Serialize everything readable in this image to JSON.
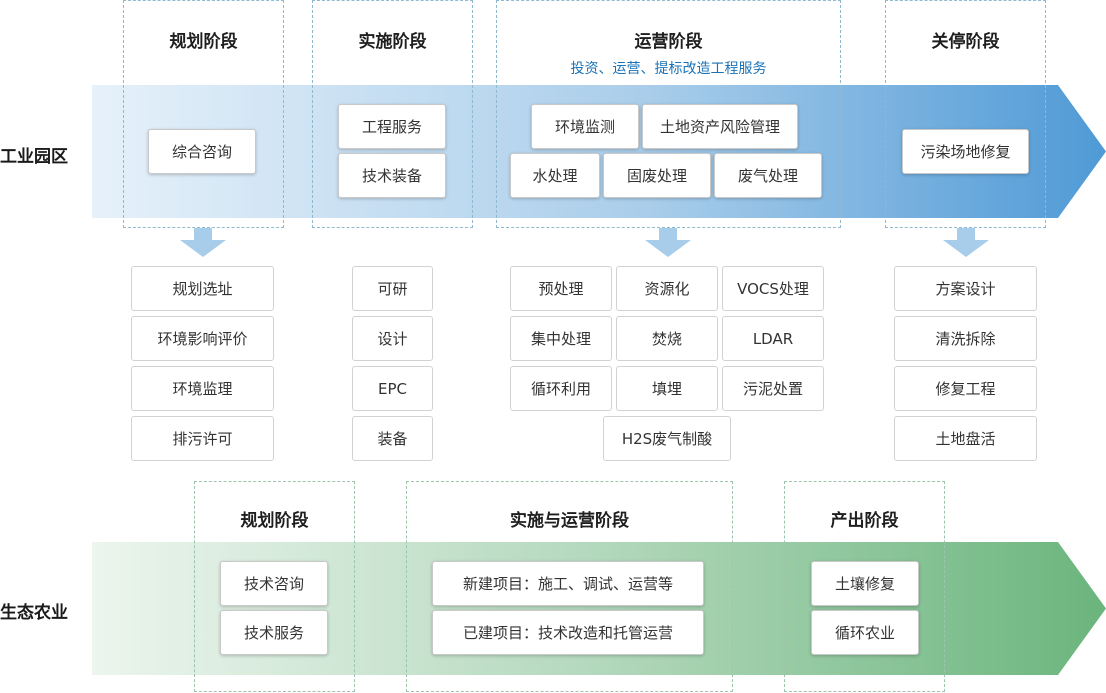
{
  "industrial": {
    "label": "工业园区",
    "stages": [
      {
        "title": "规划阶段",
        "subtitle": "",
        "items": [
          "综合咨询"
        ]
      },
      {
        "title": "实施阶段",
        "subtitle": "",
        "items": [
          "工程服务",
          "技术装备"
        ]
      },
      {
        "title": "运营阶段",
        "subtitle": "投资、运营、提标改造工程服务",
        "items": [
          "环境监测",
          "土地资产风险管理",
          "水处理",
          "固废处理",
          "废气处理"
        ]
      },
      {
        "title": "关停阶段",
        "subtitle": "",
        "items": [
          "污染场地修复"
        ]
      }
    ],
    "details": [
      [
        "规划选址",
        "环境影响评价",
        "环境监理",
        "排污许可"
      ],
      [
        "可研",
        "设计",
        "EPC",
        "装备"
      ],
      [
        "预处理",
        "资源化",
        "VOCS处理",
        "集中处理",
        "焚烧",
        "LDAR",
        "循环利用",
        "填埋",
        "污泥处置",
        "H2S废气制酸"
      ],
      [
        "方案设计",
        "清洗拆除",
        "修复工程",
        "土地盘活"
      ]
    ]
  },
  "agriculture": {
    "label": "生态农业",
    "stages": [
      {
        "title": "规划阶段",
        "items": [
          "技术咨询",
          "技术服务"
        ]
      },
      {
        "title": "实施与运营阶段",
        "items": [
          "新建项目：施工、调试、运营等",
          "已建项目：技术改造和托管运营"
        ]
      },
      {
        "title": "产出阶段",
        "items": [
          "土壤修复",
          "循环农业"
        ]
      }
    ]
  },
  "colors": {
    "blue_band": "#4f9ad6",
    "green_band": "#6bb57d",
    "accent_text": "#1a73b8"
  }
}
